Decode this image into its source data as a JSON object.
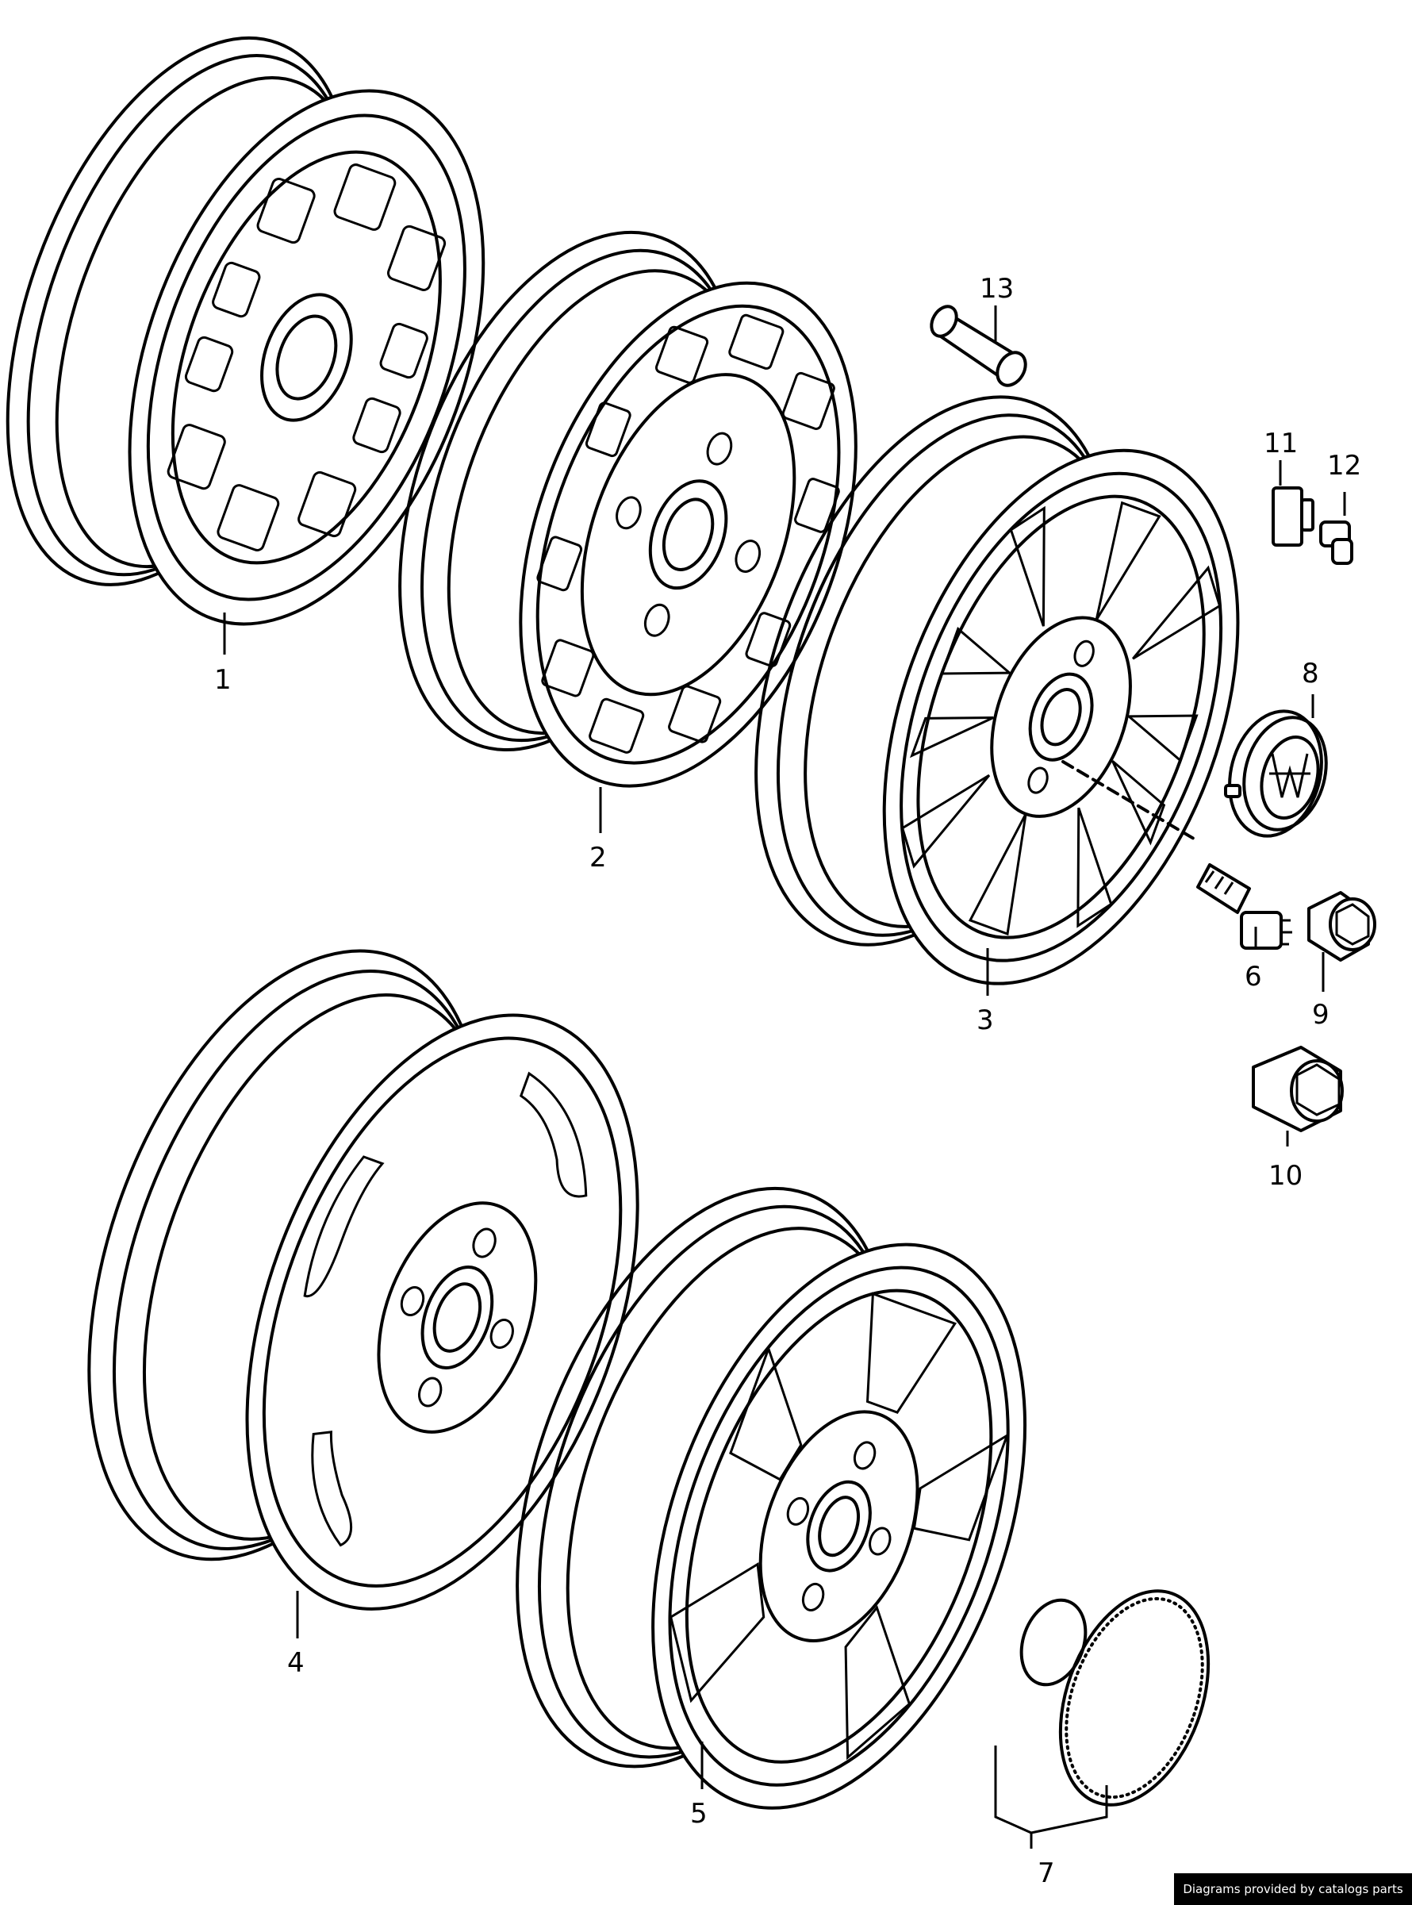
{
  "parts": [
    {
      "id": "1",
      "label": "1"
    },
    {
      "id": "2",
      "label": "2"
    },
    {
      "id": "3",
      "label": "3"
    },
    {
      "id": "4",
      "label": "4"
    },
    {
      "id": "5",
      "label": "5"
    },
    {
      "id": "6",
      "label": "6"
    },
    {
      "id": "7",
      "label": "7"
    },
    {
      "id": "8",
      "label": "8"
    },
    {
      "id": "9",
      "label": "9"
    },
    {
      "id": "10",
      "label": "10"
    },
    {
      "id": "11",
      "label": "11"
    },
    {
      "id": "12",
      "label": "12"
    },
    {
      "id": "13",
      "label": "13"
    }
  ],
  "credit": "Diagrams provided by catalogs parts"
}
